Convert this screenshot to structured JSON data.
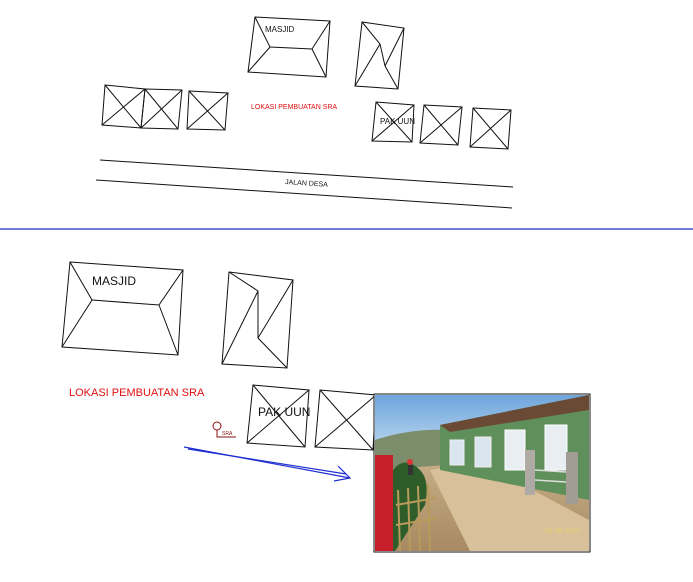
{
  "top_sketch": {
    "mosque_label": "MASJID",
    "site_label": "LOKASI PEMBUATAN SRA",
    "owner_label": "PAK UUN",
    "road_label": "JALAN DESA"
  },
  "detail_sketch": {
    "mosque_label": "MASJID",
    "site_label": "LOKASI PEMBUATAN SRA",
    "owner_label": "PAK UUN",
    "marker_label": "SRA",
    "photo_date": "02 08 2012"
  },
  "colors": {
    "divider": "#1f2fbf",
    "site_label": "#e01010",
    "arrow": "#1f2fd0",
    "ink": "#111111"
  }
}
